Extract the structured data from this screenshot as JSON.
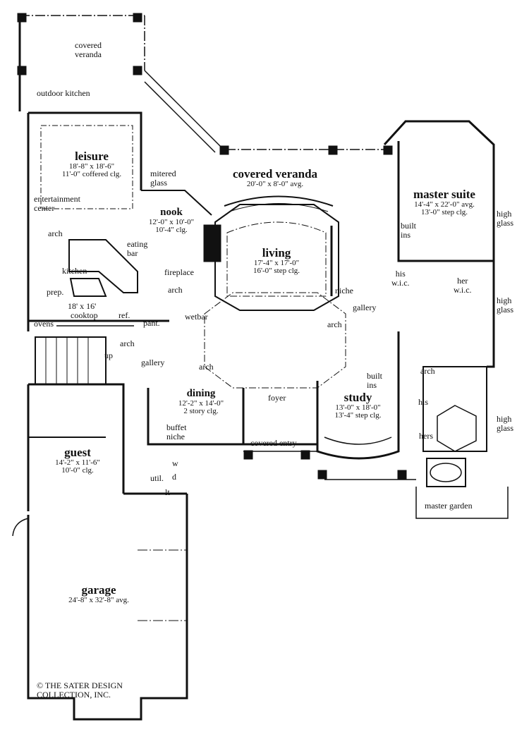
{
  "plan": {
    "rooms": {
      "covered_veranda_top": {
        "name": "covered\nveranda"
      },
      "outdoor_kitchen": {
        "name": "outdoor kitchen"
      },
      "leisure": {
        "name": "leisure",
        "dim": "18'-8\" x 18'-6\"",
        "clg": "11'-0\" coffered clg."
      },
      "entertainment_center": {
        "name": "entertainment\ncenter"
      },
      "mitered_glass": {
        "name": "mitered\nglass"
      },
      "covered_veranda_main": {
        "name": "covered veranda",
        "dim": "20'-0\" x 8'-0\" avg."
      },
      "nook": {
        "name": "nook",
        "dim": "12'-0\" x 10'-0\"",
        "clg": "10'-4\" clg."
      },
      "eating_bar": {
        "name": "eating\nbar"
      },
      "kitchen": {
        "name": "kitchen",
        "dim": "18' x 16'"
      },
      "prep": {
        "name": "prep."
      },
      "ovens": {
        "name": "ovens"
      },
      "cooktop": {
        "name": "cooktop"
      },
      "ref": {
        "name": "ref."
      },
      "pant": {
        "name": "pant."
      },
      "wetbar": {
        "name": "wetbar"
      },
      "fireplace": {
        "name": "fireplace"
      },
      "living": {
        "name": "living",
        "dim": "17'-4\" x 17'-0\"",
        "clg": "16'-0\" step clg."
      },
      "master_suite": {
        "name": "master suite",
        "dim": "14'-4\" x 22'-0\" avg.",
        "clg": "13'-0\" step clg."
      },
      "his_wic": {
        "name": "his\nw.i.c."
      },
      "her_wic": {
        "name": "her\nw.i.c."
      },
      "niche": {
        "name": "niche"
      },
      "gallery_right": {
        "name": "gallery"
      },
      "gallery_left": {
        "name": "gallery"
      },
      "dining": {
        "name": "dining",
        "dim": "12'-2\" x 14'-0\"",
        "clg": "2 story clg."
      },
      "buffet_niche": {
        "name": "buffet\nniche"
      },
      "foyer": {
        "name": "foyer"
      },
      "covered_entry": {
        "name": "covered entry"
      },
      "study": {
        "name": "study",
        "dim": "13'-0\" x 18'-0\"",
        "clg": "13'-4\" step clg."
      },
      "guest": {
        "name": "guest",
        "dim": "14'-2\" x 11'-6\"",
        "clg": "10'-0\" clg."
      },
      "util": {
        "name": "util."
      },
      "garage": {
        "name": "garage",
        "dim": "24'-8\" x 32'-8\" avg."
      },
      "his_bath": {
        "name": "his"
      },
      "hers_bath": {
        "name": "hers"
      },
      "master_garden": {
        "name": "master garden"
      }
    },
    "labels": {
      "arch_1": "arch",
      "arch_2": "arch",
      "arch_3": "arch",
      "arch_4": "arch",
      "arch_5": "arch",
      "arch_6": "arch",
      "up": "up",
      "built_ins_1": "built\nins",
      "built_ins_2": "built\nins",
      "high_glass_1": "high\nglass",
      "high_glass_2": "high\nglass",
      "high_glass_3": "high\nglass",
      "w": "w",
      "d": "d",
      "lt": "lt"
    },
    "copyright": "© THE SATER DESIGN\nCOLLECTION, INC."
  }
}
